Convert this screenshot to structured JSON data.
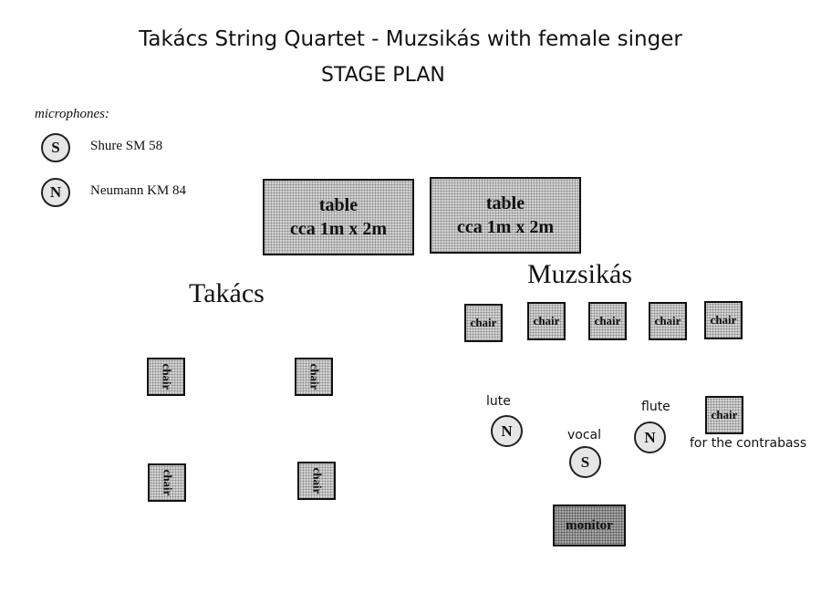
{
  "header": {
    "title": "Takács String Quartet - Muzsikás with female singer",
    "subtitle": "STAGE PLAN"
  },
  "legend": {
    "title": "microphones:",
    "items": [
      {
        "symbol": "S",
        "label": "Shure SM 58"
      },
      {
        "symbol": "N",
        "label": "Neumann KM 84"
      }
    ]
  },
  "tables": [
    {
      "line1": "table",
      "line2": "cca 1m x 2m"
    },
    {
      "line1": "table",
      "line2": "cca 1m x 2m"
    }
  ],
  "groups": {
    "takacs": "Takács",
    "muzsikas": "Muzsikás"
  },
  "chair_label": "chair",
  "instruments": {
    "lute": {
      "label": "lute",
      "mic": "N"
    },
    "vocal": {
      "label": "vocal",
      "mic": "S"
    },
    "flute": {
      "label": "flute",
      "mic": "N"
    }
  },
  "contrabass_note": "for the contrabass",
  "monitor_label": "monitor",
  "colors": {
    "fill_light": "#d4d4d4",
    "fill_dark": "#a8a8a8",
    "stroke": "#111111"
  }
}
